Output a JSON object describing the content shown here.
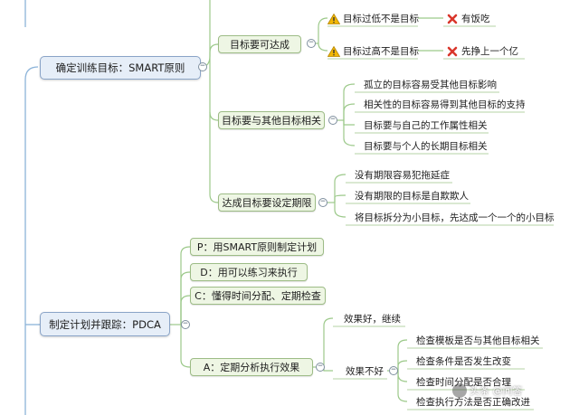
{
  "branches": {
    "goal": {
      "label": "确定训练目标：SMART原则",
      "achievable": {
        "label": "目标要可达成",
        "too_low": "目标过低不是目标",
        "too_low_result": "有饭吃",
        "too_high": "目标过高不是目标",
        "too_high_result": "先挣上一个亿"
      },
      "relevant": {
        "label": "目标要与其他目标相关",
        "items": [
          "孤立的目标容易受其他目标影响",
          "相关性的目标容易得到其他目标的支持",
          "目标要与自己的工作属性相关",
          "目标要与个人的长期目标相关"
        ]
      },
      "deadline": {
        "label": "达成目标要设定期限",
        "items": [
          "没有期限容易犯拖延症",
          "没有期限的目标是自欺欺人",
          "将目标拆分为小目标，先达成一个一个的小目标"
        ]
      }
    },
    "plan": {
      "label": "制定计划并跟踪：PDCA",
      "p": "P：用SMART原则制定计划",
      "d": "D：用可以练习来执行",
      "c": "C：懂得时间分配、定期检查",
      "a": {
        "label": "A：定期分析执行效果",
        "good": "效果好，继续",
        "bad": "效果不好",
        "checks": [
          "检查模板是否与其他目标相关",
          "检查条件是否发生改变",
          "检查时间分配是否合理",
          "检查执行方法是否正确改进"
        ]
      }
    }
  },
  "watermark": "头条 @问答",
  "icons": {
    "warning": "warning-icon",
    "cross": "cross-icon",
    "collapse": "minus-icon"
  },
  "colors": {
    "line_blue": "#7fa3cf",
    "line_green": "#8fbf7a",
    "warning": "#f0b400",
    "cross": "#d9362b"
  }
}
